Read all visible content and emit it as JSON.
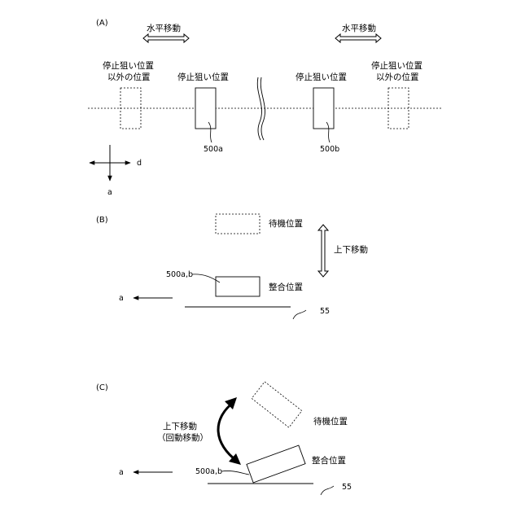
{
  "panel_a": {
    "label": "(A)",
    "horizontal_move_left": "水平移動",
    "horizontal_move_right": "水平移動",
    "non_target_left_line1": "停止狙い位置",
    "non_target_left_line2": "以外の位置",
    "target_left": "停止狙い位置",
    "target_right": "停止狙い位置",
    "non_target_right_line1": "停止狙い位置",
    "non_target_right_line2": "以外の位置",
    "ref_500a": "500a",
    "ref_500b": "500b",
    "axis_d": "d",
    "axis_a": "a"
  },
  "panel_b": {
    "label": "(B)",
    "standby": "待機位置",
    "vertical_move": "上下移動",
    "ref_500ab": "500a,b",
    "aligned": "整合位置",
    "axis_a": "a",
    "ref_55": "55"
  },
  "panel_c": {
    "label": "(C)",
    "standby": "待機位置",
    "vertical_move": "上下移動",
    "rotation_move": "（回動移動）",
    "ref_500ab": "500a,b",
    "aligned": "整合位置",
    "axis_a": "a",
    "ref_55": "55"
  }
}
